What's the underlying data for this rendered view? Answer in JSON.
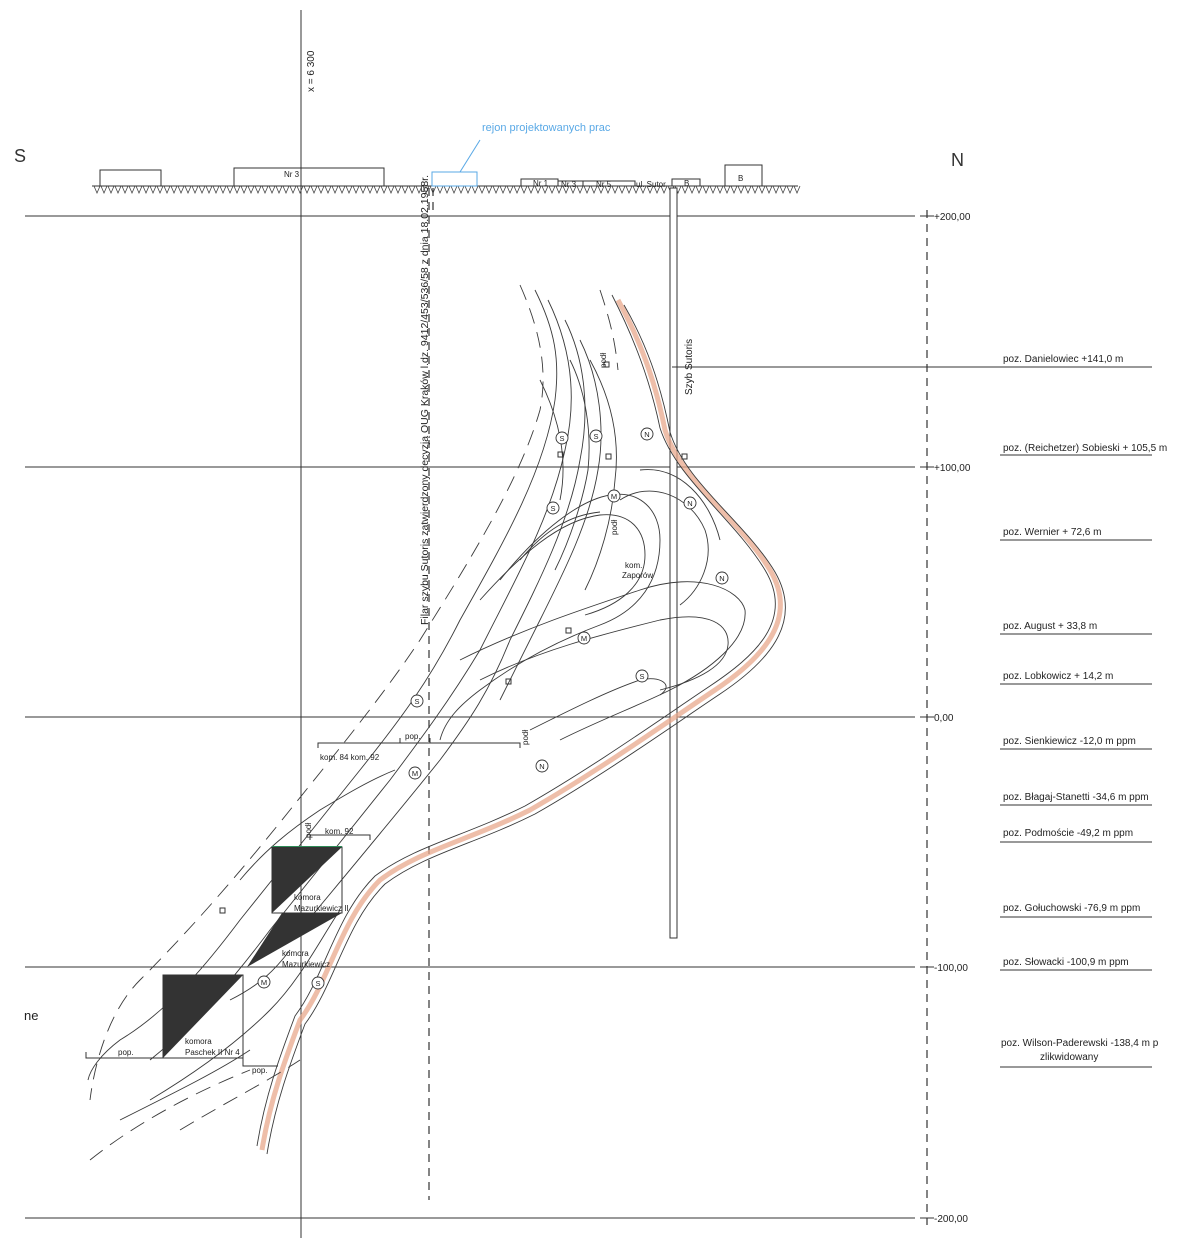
{
  "orientation": {
    "south": "S",
    "north": "N",
    "left_cut_label": "ne"
  },
  "grid": {
    "x_marker": "x = 6 300",
    "elevations": [
      "+200,00",
      "+100,00",
      "0,00",
      "-100,00",
      "-200,00"
    ]
  },
  "surface": {
    "project_region": "rejon projektowanych prac",
    "buildings": [
      "Nr 3",
      "Nr 1",
      "Nr 3",
      "Nr 5",
      "ul. Sutor",
      "B",
      "B"
    ]
  },
  "pillar_note": "Filar szybu Sutoris zatwierdzony decyzją OUG Kraków l.dz. 9412/453/536/58 z dnia 18.02.1958r.",
  "shaft": {
    "label": "Szyb Sutoris"
  },
  "levels": [
    "poz. Danielowiec +141,0 m",
    "poz. (Reichetzer) Sobieski + 105,5 m",
    "poz. Wernier + 72,6 m",
    "poz. August + 33,8 m",
    "poz. Lobkowicz + 14,2 m",
    "poz. Sienkiewicz -12,0 m ppm",
    "poz. Błagaj-Stanetti -34,6 m ppm",
    "poz. Podmoście -49,2 m ppm",
    "poz. Gołuchowski -76,9 m ppm",
    "poz. Słowacki -100,9 m ppm",
    "poz. Wilson-Paderewski -138,4 m p",
    "zlikwidowany"
  ],
  "chambers": {
    "zaporow_1": "kom.",
    "zaporow_2": "Zaporów",
    "kom_84_92": "kom. 84 kom. 92",
    "kom_92": "kom. 92",
    "pop_top": "pop.",
    "mazurkiewicz2_1": "komora",
    "mazurkiewicz2_2": "Mazurkiewicz II",
    "mazurkiewicz_1": "komora",
    "mazurkiewicz_2": "Mazurkiewicz",
    "paschek_1": "komora",
    "paschek_2": "Paschek II Nr 4",
    "pop_left": "pop.",
    "pop_bottom": "pop."
  },
  "podl_label": "podł",
  "deposit_marks": {
    "S": "S",
    "M": "M",
    "N": "N"
  },
  "colors": {
    "ink": "#333333",
    "project_blue": "#5aa9e6",
    "shaft_pillar": "#e8a88c",
    "chamber_fill": "#333333",
    "green_edge": "#2e8b57"
  }
}
